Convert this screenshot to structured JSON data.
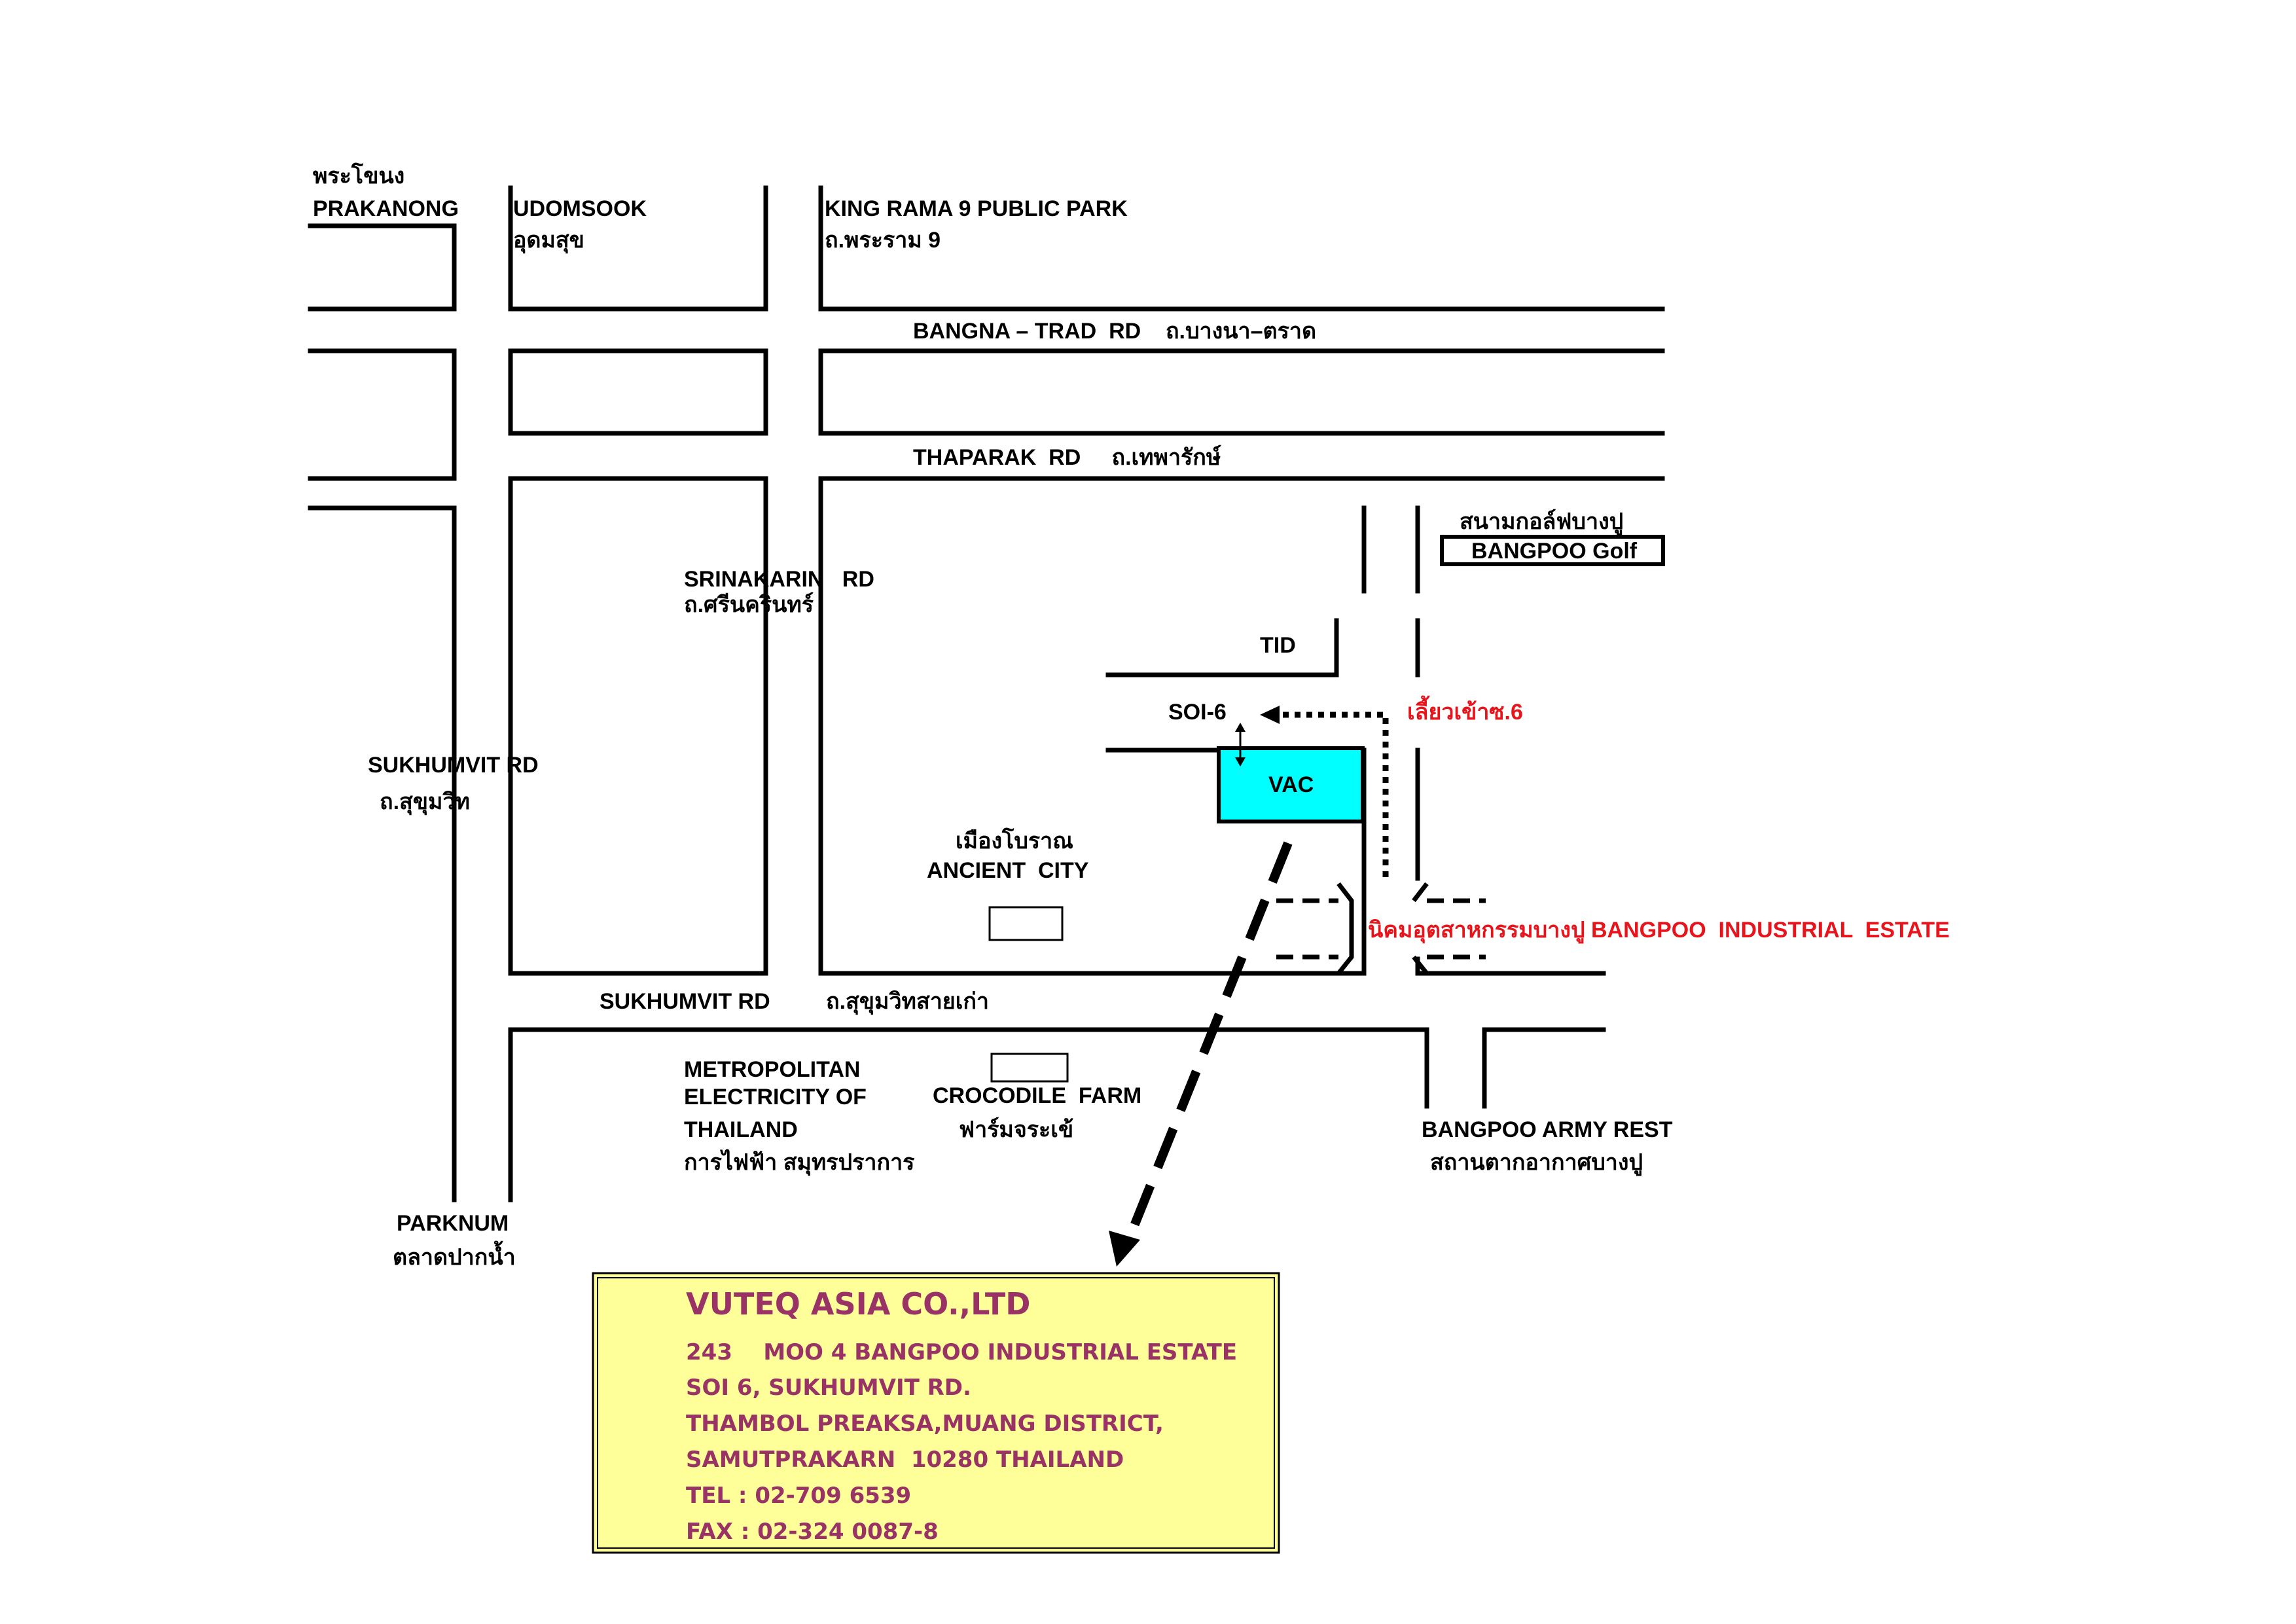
{
  "colors": {
    "road_line": "#000000",
    "label_text": "#000000",
    "highlight_red": "#e8141b",
    "vac_fill": "#00ffff",
    "address_box_fill": "#ffff99",
    "address_text": "#993366",
    "background": "#ffffff"
  },
  "labels": {
    "prakanong_th": "พระโขนง",
    "prakanong_en": "PRAKANONG",
    "udomsook_en": "UDOMSOOK",
    "udomsook_th": "อุดมสุข",
    "king_rama9_en": "KING RAMA 9 PUBLIC PARK",
    "king_rama9_th": "ถ.พระราม 9",
    "bangna_trad": "BANGNA – TRAD  RD    ถ.บางนา–ตราด",
    "thaparak": "THAPARAK  RD     ถ.เทพารักษ์",
    "bangpoo_golf_th": "สนามกอล์ฟบางปู",
    "bangpoo_golf_en": "BANGPOO Golf",
    "srinakarin_en": "SRINAKARIN   RD",
    "srinakarin_th": "ถ.ศรีนครินทร์",
    "tid": "TID",
    "soi6": "SOI-6",
    "turn_soi6": "เลี้ยวเข้าซ.6",
    "vac": "VAC",
    "sukhumvit_rd_left": "SUKHUMVIT RD",
    "sukhumvit_th_left": "ถ.สุขุมวิท",
    "ancient_city_th": "เมืองโบราณ",
    "ancient_city_en": "ANCIENT  CITY",
    "bangpoo_estate": "นิคมอุตสาหกรรมบางปู BANGPOO  INDUSTRIAL  ESTATE",
    "sukhumvit_rd_bottom": "SUKHUMVIT RD",
    "sukhumvit_old_th": "ถ.สุขุมวิทสายเก่า",
    "metropolitan_1": "METROPOLITAN",
    "metropolitan_2": "ELECTRICITY OF",
    "metropolitan_3": "THAILAND",
    "metropolitan_th": "การไฟฟ้า สมุทรปราการ",
    "crocodile_en": "CROCODILE  FARM",
    "crocodile_th": "ฟาร์มจระเข้",
    "army_rest_en": "BANGPOO ARMY REST",
    "army_rest_th": "สถานตากอากาศบางปู",
    "parknum_en": "PARKNUM",
    "parknum_th": "ตลาดปากน้ำ"
  },
  "address": {
    "company": "VUTEQ ASIA CO.,LTD",
    "line1": "243    MOO 4 BANGPOO INDUSTRIAL ESTATE",
    "line2": "SOI 6, SUKHUMVIT RD.",
    "line3": "THAMBOL PREAKSA,MUANG DISTRICT,",
    "line4": "SAMUTPRAKARN  10280 THAILAND",
    "tel": "TEL : 02-709 6539",
    "fax": "FAX : 02-324 0087-8"
  }
}
